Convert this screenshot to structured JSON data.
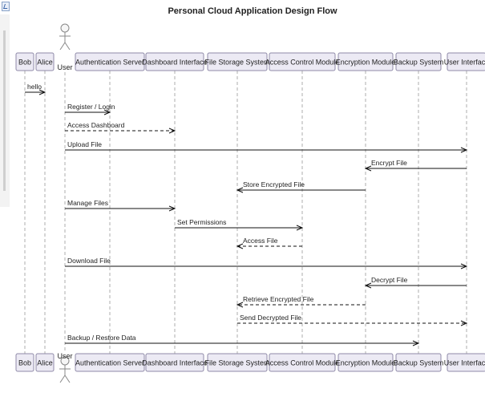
{
  "title": "Personal Cloud Application Design Flow",
  "participants": [
    {
      "id": "bob",
      "label": "Bob",
      "type": "participant"
    },
    {
      "id": "alice",
      "label": "Alice",
      "type": "participant"
    },
    {
      "id": "user",
      "label": "User",
      "type": "actor"
    },
    {
      "id": "auth",
      "label": "Authentication Server",
      "type": "participant"
    },
    {
      "id": "dash",
      "label": "Dashboard Interface",
      "type": "participant"
    },
    {
      "id": "fss",
      "label": "File Storage System",
      "type": "participant"
    },
    {
      "id": "acm",
      "label": "Access Control Module",
      "type": "participant"
    },
    {
      "id": "enc",
      "label": "Encryption Module",
      "type": "participant"
    },
    {
      "id": "bak",
      "label": "Backup System",
      "type": "participant"
    },
    {
      "id": "ui",
      "label": "User Interface",
      "type": "participant"
    }
  ],
  "messages": [
    {
      "from": "bob",
      "to": "alice",
      "label": "hello",
      "style": "solid"
    },
    {
      "from": "user",
      "to": "auth",
      "label": "Register / Login",
      "style": "solid"
    },
    {
      "from": "user",
      "to": "dash",
      "label": "Access Dashboard",
      "style": "dashed"
    },
    {
      "from": "user",
      "to": "ui",
      "label": "Upload File",
      "style": "solid"
    },
    {
      "from": "ui",
      "to": "enc",
      "label": "Encrypt File",
      "style": "solid"
    },
    {
      "from": "enc",
      "to": "fss",
      "label": "Store Encrypted File",
      "style": "solid"
    },
    {
      "from": "user",
      "to": "dash",
      "label": "Manage Files",
      "style": "solid"
    },
    {
      "from": "dash",
      "to": "acm",
      "label": "Set Permissions",
      "style": "solid"
    },
    {
      "from": "acm",
      "to": "fss",
      "label": "Access File",
      "style": "dashed"
    },
    {
      "from": "user",
      "to": "ui",
      "label": "Download File",
      "style": "solid"
    },
    {
      "from": "ui",
      "to": "enc",
      "label": "Decrypt File",
      "style": "solid"
    },
    {
      "from": "enc",
      "to": "fss",
      "label": "Retrieve Encrypted File",
      "style": "dashed"
    },
    {
      "from": "fss",
      "to": "ui",
      "label": "Send Decrypted File",
      "style": "dashed"
    },
    {
      "from": "user",
      "to": "bak",
      "label": "Backup / Restore Data",
      "style": "solid"
    }
  ],
  "colors": {
    "box_fill": "#eceaf4",
    "box_stroke": "#8f8aa8",
    "lifeline": "#9a9a9a",
    "arrow": "#111111"
  }
}
